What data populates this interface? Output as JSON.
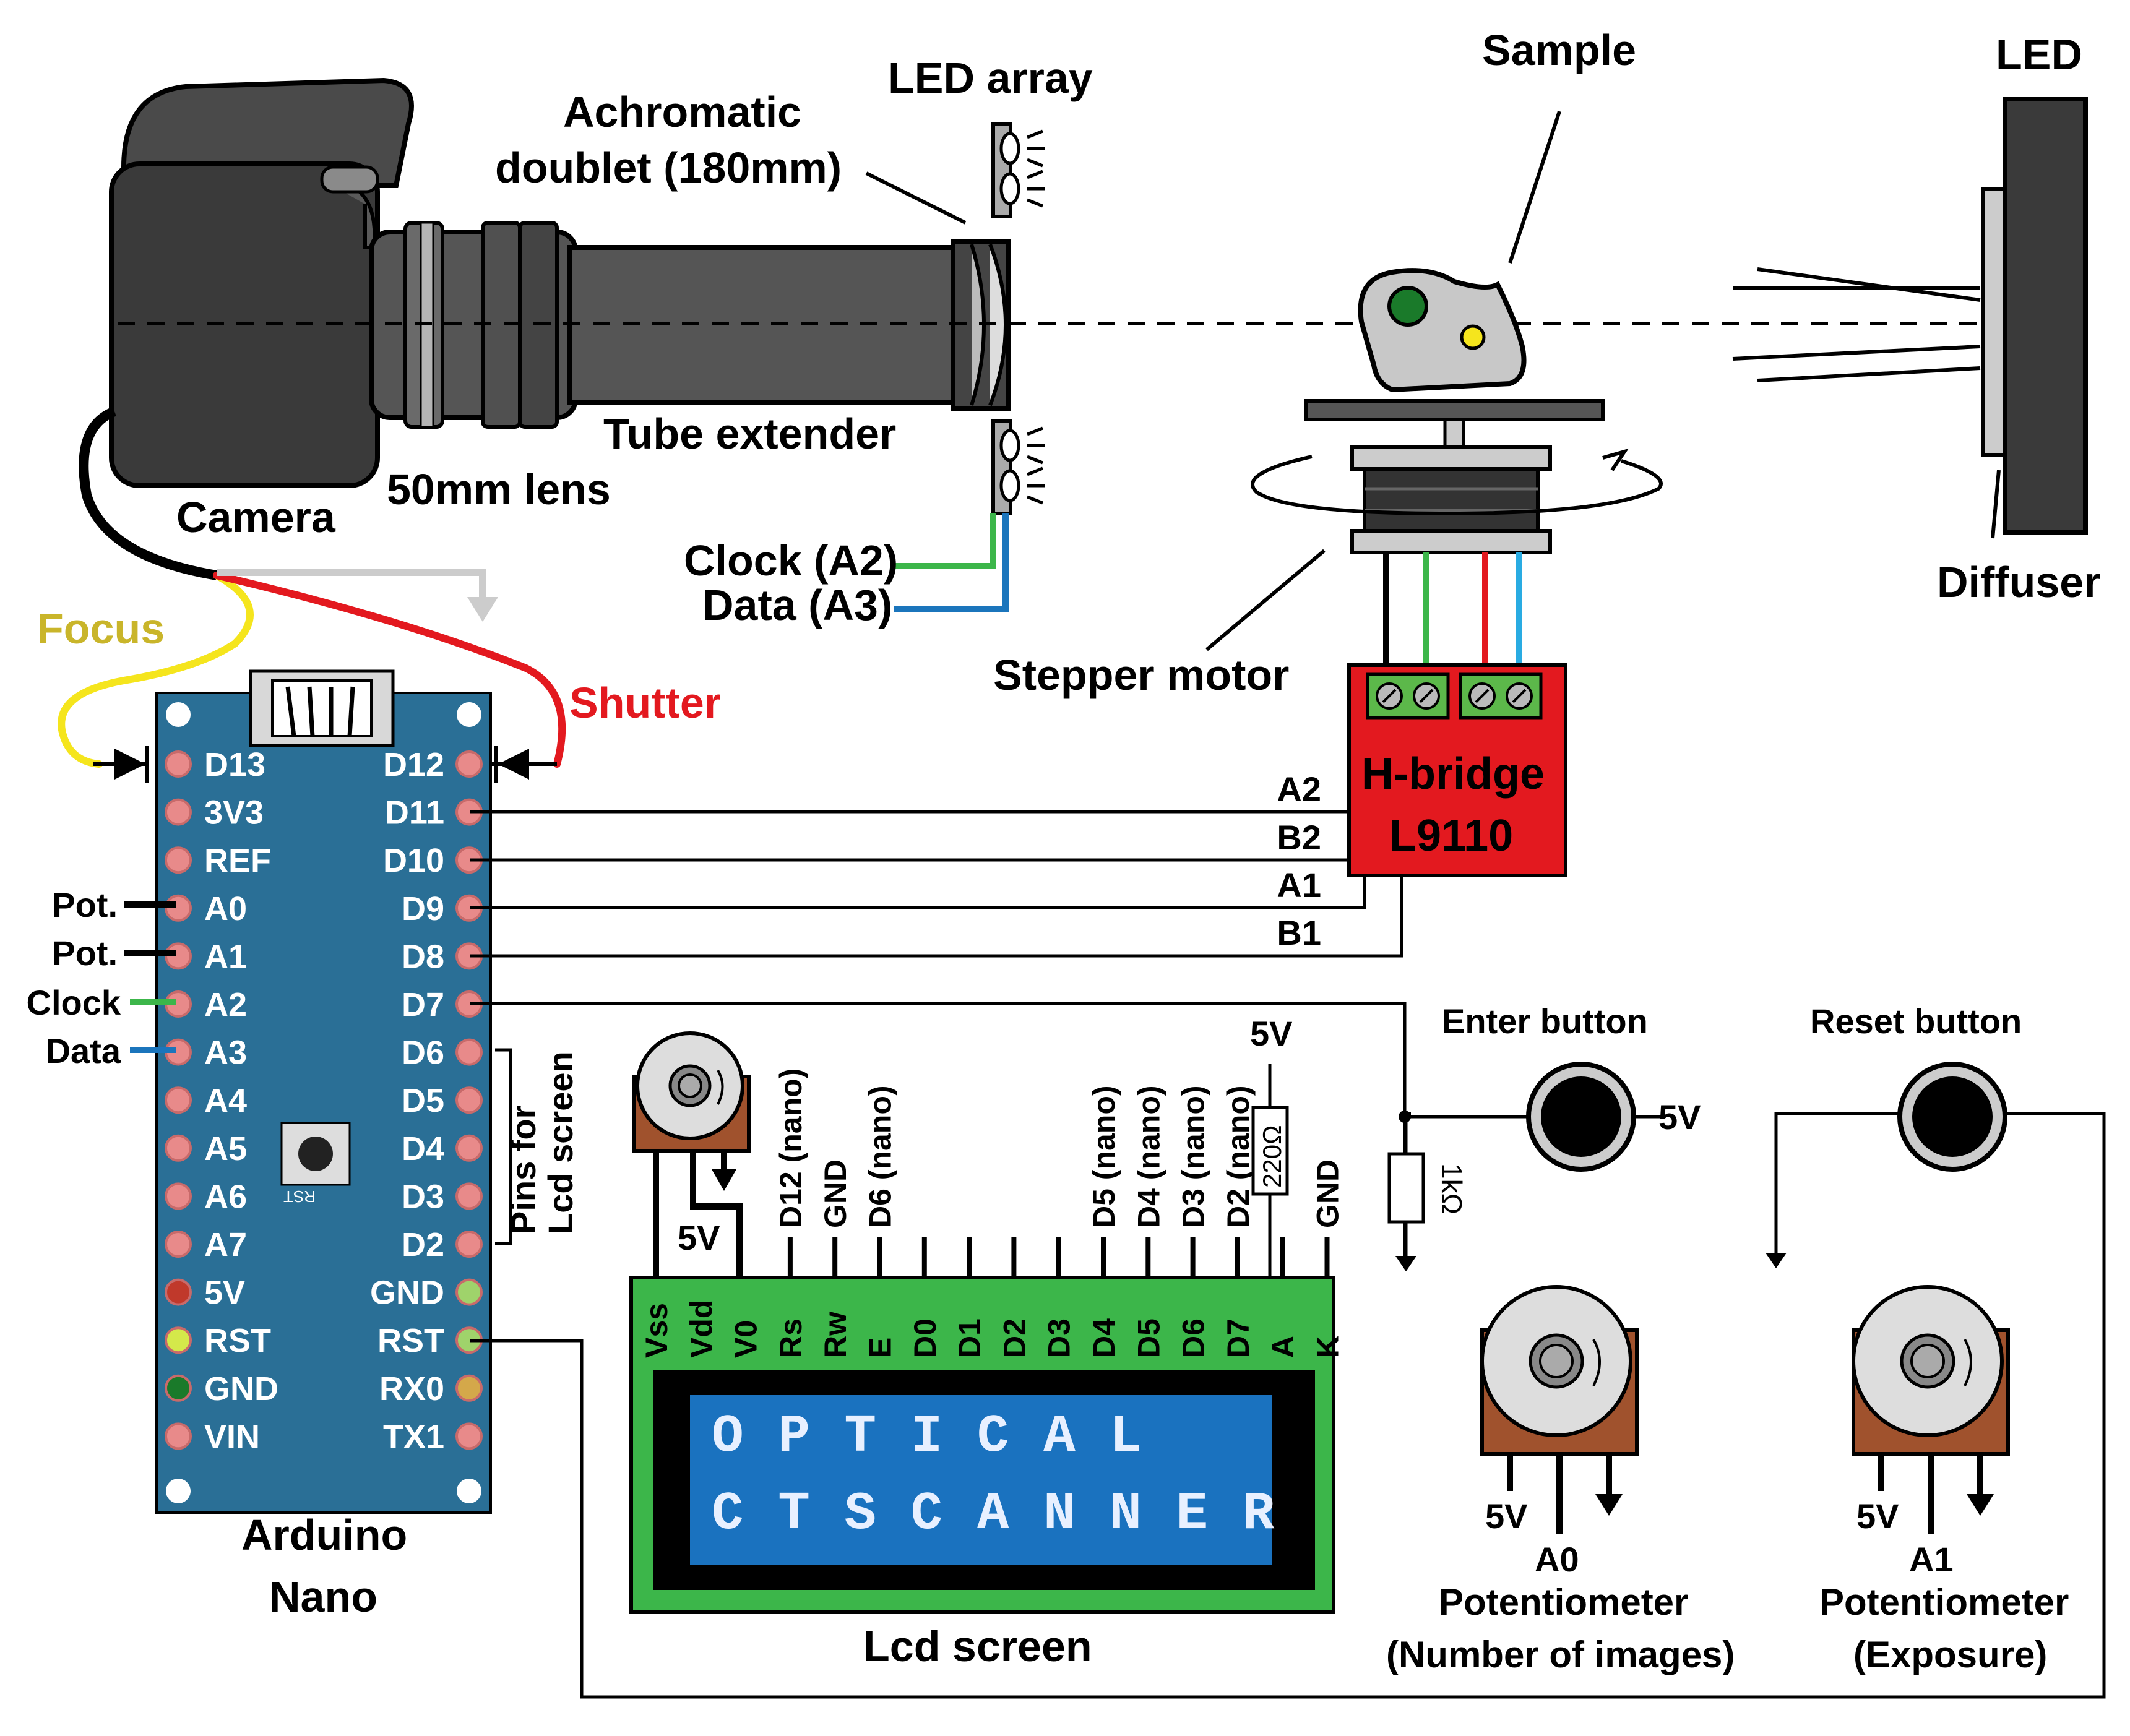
{
  "labels": {
    "led_array": "LED array",
    "achromatic_1": "Achromatic",
    "achromatic_2": "doublet (180mm)",
    "sample": "Sample",
    "led": "LED",
    "tube_extender": "Tube extender",
    "lens": "50mm lens",
    "camera": "Camera",
    "clock_a2": "Clock (A2)",
    "data_a3": "Data (A3)",
    "diffuser": "Diffuser",
    "stepper_motor": "Stepper motor",
    "focus": "Focus",
    "shutter": "Shutter",
    "hbridge_1": "H-bridge",
    "hbridge_2": "L9110",
    "enter_button": "Enter button",
    "reset_button": "Reset button",
    "v5": "5V",
    "pins_lcd_1": "Pins for",
    "pins_lcd_2": "Lcd screen",
    "arduino_1": "Arduino",
    "arduino_2": "Nano",
    "lcd_screen": "Lcd screen",
    "pot_a0_pin": "A0",
    "pot_a0_title": "Potentiometer",
    "pot_a0_sub": "(Number of images)",
    "pot_a1_pin": "A1",
    "pot_a1_title": "Potentiometer",
    "pot_a1_sub": "(Exposure)",
    "resistor_1k": "1kΩ",
    "resistor_220": "220Ω",
    "rst_small": "RST"
  },
  "arduino": {
    "left_pins": [
      "D13",
      "3V3",
      "REF",
      "A0",
      "A1",
      "A2",
      "A3",
      "A4",
      "A5",
      "A6",
      "A7",
      "5V",
      "RST",
      "GND",
      "VIN"
    ],
    "right_pins": [
      "D12",
      "D11",
      "D10",
      "D9",
      "D8",
      "D7",
      "D6",
      "D5",
      "D4",
      "D3",
      "D2",
      "GND",
      "RST",
      "RX0",
      "TX1"
    ]
  },
  "left_inputs": [
    "Pot.",
    "Pot.",
    "Clock",
    "Data"
  ],
  "hbridge_lines": [
    "A2",
    "B2",
    "A1",
    "B1"
  ],
  "lcd": {
    "pins": [
      "Vss",
      "Vdd",
      "V0",
      "Rs",
      "Rw",
      "E",
      "D0",
      "D1",
      "D2",
      "D3",
      "D4",
      "D5",
      "D6",
      "D7",
      "A",
      "K"
    ],
    "connections": [
      "D12 (nano)",
      "GND",
      "D6 (nano)",
      "D5 (nano)",
      "D4 (nano)",
      "D3 (nano)",
      "D2 (nano)",
      "GND"
    ],
    "line1": "O P T I C A L",
    "line2": "C T  S C A N N E R"
  },
  "colors": {
    "arduino_blue": "#2a6f96",
    "lcd_green": "#3cb64a",
    "lcd_blue": "#1a72bf",
    "hbridge_red": "#e3191f",
    "focus_yellow": "#f5e51d",
    "shutter_red": "#e3191f",
    "clock_green": "#3cb64a",
    "data_blue": "#1b75bc",
    "pot_brown": "#a0522d"
  }
}
